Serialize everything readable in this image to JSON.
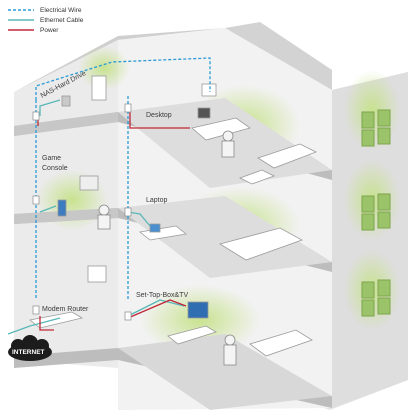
{
  "legend": {
    "items": [
      {
        "label": "Electrical Wire",
        "color": "#2a9bd6",
        "style": "dashed"
      },
      {
        "label": "Ethernet Cable",
        "color": "#5ab8b8",
        "style": "solid"
      },
      {
        "label": "Power",
        "color": "#c0283a",
        "style": "solid"
      }
    ]
  },
  "rooms": {
    "nas": "NAS-Hard Drive",
    "desktop": "Desktop",
    "game1": "Game",
    "game2": "Console",
    "laptop": "Laptop",
    "modem": "Modem Router",
    "settop": "Set-Top-Box&TV"
  },
  "internet": "INTERNET",
  "colors": {
    "wall": "#e8e8e8",
    "wall_dark": "#c9c9c9",
    "floor": "#d9d9d9",
    "glow": "#cfe79a",
    "window": "#9bc46a"
  }
}
